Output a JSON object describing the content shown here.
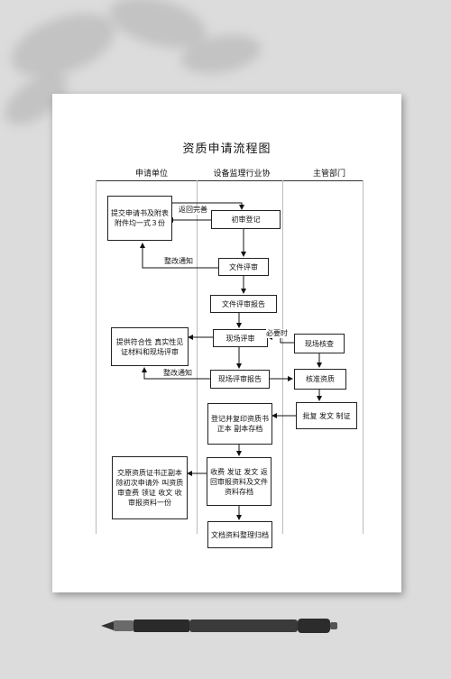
{
  "doc": {
    "title": "资质申请流程图",
    "columns": [
      "申请单位",
      "设备监理行业协",
      "主管部门"
    ]
  },
  "boxes": {
    "submit": "提交申请书及附表 附件均一式３份",
    "initial_register": "初审登记",
    "file_review": "文件评审",
    "file_review_report": "文件评审报告",
    "provide_materials": "提供符合性 真实性见证材料和现场评审",
    "onsite_review": "现场评审",
    "onsite_check": "现场核查",
    "onsite_review_report": "现场评审报告",
    "approve_qual": "核准资质",
    "approve_issue": "批复 发文 制证",
    "register_print": "登记并复印资质书正本 副本存档",
    "charge_issue": "收费 发证 发文 返回审报资料及文件资料存档",
    "handover": "交原资质证书正副本 除初次申请外 叫资质审查费 领证 收文 收审报资料一份",
    "archive": "文档资料整理归档"
  },
  "labels": {
    "return_complete": "返回完善",
    "rectify_notice_1": "整改通知",
    "when_necessary": "必要时",
    "rectify_notice_2": "整改通知"
  }
}
